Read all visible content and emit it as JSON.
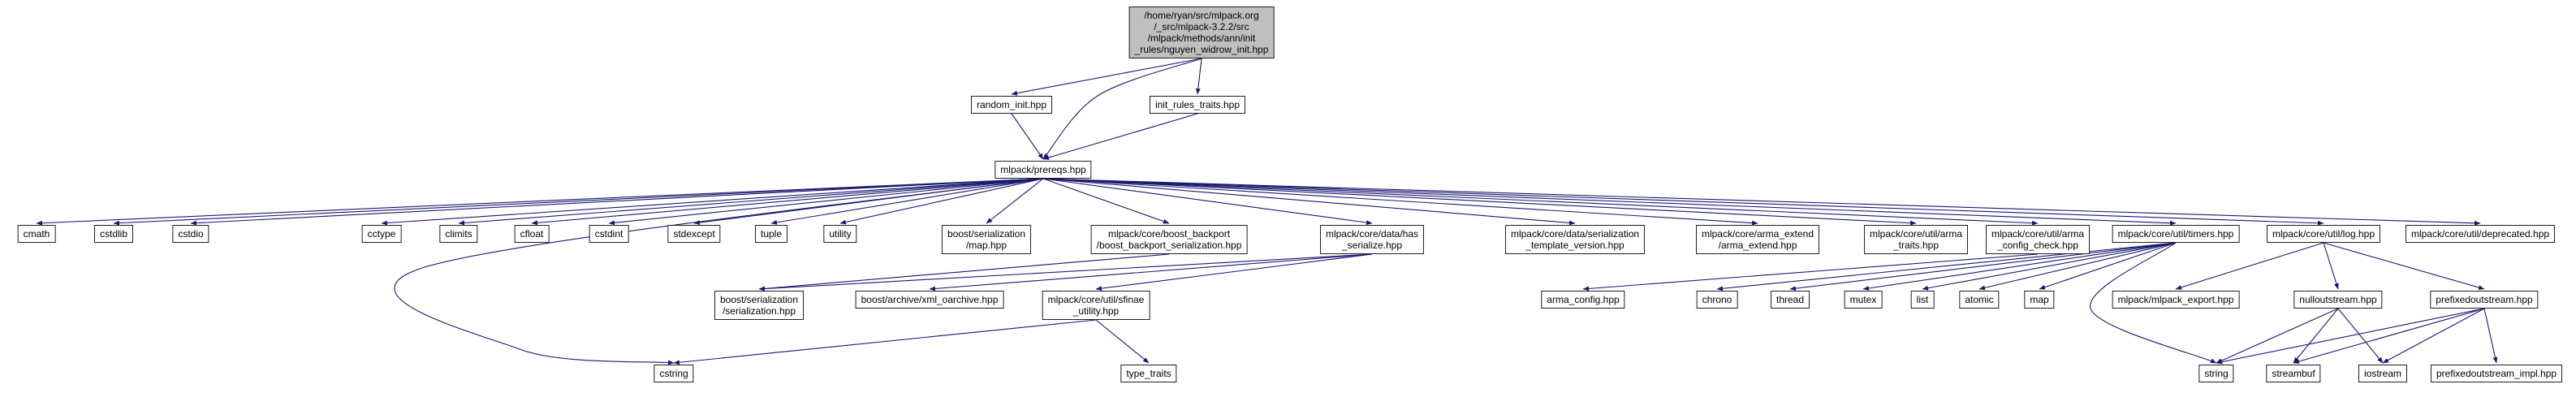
{
  "graph": {
    "colors": {
      "edge": "#191970",
      "node_border": "#1f1f1f",
      "node_fill": "#ffffff",
      "current_node_fill": "#bfbfbf"
    },
    "nodes": {
      "main": "/home/ryan/src/mlpack.org\n/_src/mlpack-3.2.2/src\n/mlpack/methods/ann/init\n_rules/nguyen_widrow_init.hpp",
      "random_init": "random_init.hpp",
      "init_rules_traits": "init_rules_traits.hpp",
      "prereqs": "mlpack/prereqs.hpp",
      "cmath": "cmath",
      "cstdlib": "cstdlib",
      "cstdio": "cstdio",
      "cctype": "cctype",
      "climits": "climits",
      "cfloat": "cfloat",
      "cstdint": "cstdint",
      "stdexcept": "stdexcept",
      "tuple": "tuple",
      "utility": "utility",
      "map_hpp": "boost/serialization\n/map.hpp",
      "boost_backport": "mlpack/core/boost_backport\n/boost_backport_serialization.hpp",
      "has_serialize": "mlpack/core/data/has\n_serialize.hpp",
      "ser_tmpl_ver": "mlpack/core/data/serialization\n_template_version.hpp",
      "arma_extend": "mlpack/core/arma_extend\n/arma_extend.hpp",
      "arma_traits": "mlpack/core/util/arma\n_traits.hpp",
      "arma_config_check": "mlpack/core/util/arma\n_config_check.hpp",
      "timers": "mlpack/core/util/timers.hpp",
      "log": "mlpack/core/util/log.hpp",
      "deprecated": "mlpack/core/util/deprecated.hpp",
      "serialization_hpp": "boost/serialization\n/serialization.hpp",
      "xml_oarchive": "boost/archive/xml_oarchive.hpp",
      "sfinae": "mlpack/core/util/sfinae\n_utility.hpp",
      "arma_config": "arma_config.hpp",
      "chrono": "chrono",
      "thread": "thread",
      "mutex": "mutex",
      "list": "list",
      "atomic": "atomic",
      "map": "map",
      "mlpack_export": "mlpack/mlpack_export.hpp",
      "nulloutstream": "nulloutstream.hpp",
      "prefixedoutstream": "prefixedoutstream.hpp",
      "cstring": "cstring",
      "type_traits": "type_traits",
      "string": "string",
      "streambuf": "streambuf",
      "iostream": "iostream",
      "prefixedoutstream_impl": "prefixedoutstream_impl.hpp"
    },
    "edges": [
      {
        "from": "main",
        "to": "random_init"
      },
      {
        "from": "main",
        "to": "init_rules_traits"
      },
      {
        "from": "main",
        "to": "prereqs"
      },
      {
        "from": "random_init",
        "to": "prereqs"
      },
      {
        "from": "init_rules_traits",
        "to": "prereqs"
      },
      {
        "from": "prereqs",
        "to": "cmath"
      },
      {
        "from": "prereqs",
        "to": "cstdlib"
      },
      {
        "from": "prereqs",
        "to": "cstdio"
      },
      {
        "from": "prereqs",
        "to": "cctype"
      },
      {
        "from": "prereqs",
        "to": "climits"
      },
      {
        "from": "prereqs",
        "to": "cfloat"
      },
      {
        "from": "prereqs",
        "to": "cstdint"
      },
      {
        "from": "prereqs",
        "to": "stdexcept"
      },
      {
        "from": "prereqs",
        "to": "tuple"
      },
      {
        "from": "prereqs",
        "to": "utility"
      },
      {
        "from": "prereqs",
        "to": "map_hpp"
      },
      {
        "from": "prereqs",
        "to": "boost_backport"
      },
      {
        "from": "prereqs",
        "to": "has_serialize"
      },
      {
        "from": "prereqs",
        "to": "ser_tmpl_ver"
      },
      {
        "from": "prereqs",
        "to": "arma_extend"
      },
      {
        "from": "prereqs",
        "to": "arma_traits"
      },
      {
        "from": "prereqs",
        "to": "arma_config_check"
      },
      {
        "from": "prereqs",
        "to": "timers"
      },
      {
        "from": "prereqs",
        "to": "log"
      },
      {
        "from": "prereqs",
        "to": "deprecated"
      },
      {
        "from": "prereqs",
        "to": "cstring"
      },
      {
        "from": "boost_backport",
        "to": "serialization_hpp"
      },
      {
        "from": "has_serialize",
        "to": "serialization_hpp"
      },
      {
        "from": "has_serialize",
        "to": "xml_oarchive"
      },
      {
        "from": "has_serialize",
        "to": "sfinae"
      },
      {
        "from": "arma_config_check",
        "to": "arma_config"
      },
      {
        "from": "timers",
        "to": "chrono"
      },
      {
        "from": "timers",
        "to": "thread"
      },
      {
        "from": "timers",
        "to": "mutex"
      },
      {
        "from": "timers",
        "to": "list"
      },
      {
        "from": "timers",
        "to": "atomic"
      },
      {
        "from": "timers",
        "to": "map"
      },
      {
        "from": "timers",
        "to": "string"
      },
      {
        "from": "log",
        "to": "mlpack_export"
      },
      {
        "from": "log",
        "to": "nulloutstream"
      },
      {
        "from": "log",
        "to": "prefixedoutstream"
      },
      {
        "from": "sfinae",
        "to": "cstring"
      },
      {
        "from": "sfinae",
        "to": "type_traits"
      },
      {
        "from": "nulloutstream",
        "to": "string"
      },
      {
        "from": "nulloutstream",
        "to": "streambuf"
      },
      {
        "from": "nulloutstream",
        "to": "iostream"
      },
      {
        "from": "prefixedoutstream",
        "to": "string"
      },
      {
        "from": "prefixedoutstream",
        "to": "streambuf"
      },
      {
        "from": "prefixedoutstream",
        "to": "iostream"
      },
      {
        "from": "prefixedoutstream",
        "to": "prefixedoutstream_impl"
      }
    ]
  }
}
